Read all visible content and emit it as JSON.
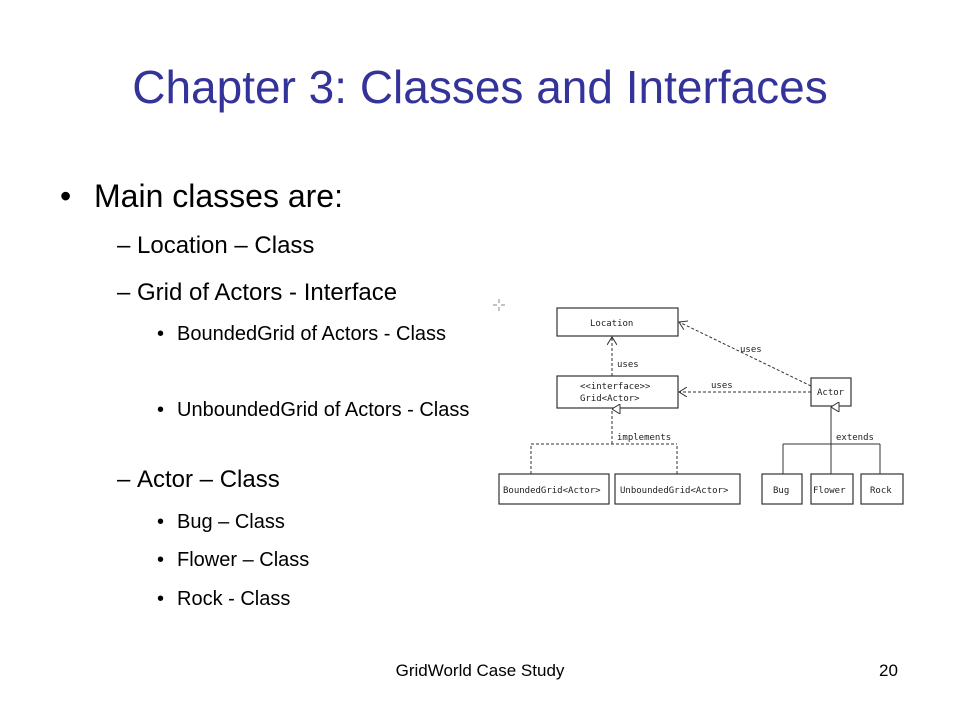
{
  "slide": {
    "title": "Chapter 3: Classes and Interfaces",
    "bullet_glyph": "•",
    "dash_glyph": "–",
    "level1": "Main classes are:",
    "items": {
      "location": "Location – Class",
      "grid": "Grid of Actors - Interface",
      "bounded": "BoundedGrid of Actors - Class",
      "unbounded": "UnboundedGrid of Actors - Class",
      "actor": "Actor – Class",
      "bug": "Bug – Class",
      "flower": "Flower – Class",
      "rock": "Rock - Class"
    },
    "footer": {
      "center": "GridWorld Case Study",
      "page": "20"
    }
  },
  "diagram": {
    "boxes": {
      "location": "Location",
      "grid_line1": "<<interface>>",
      "grid_line2": "Grid<Actor>",
      "actor": "Actor",
      "bounded": "BoundedGrid<Actor>",
      "unbounded": "UnboundedGrid<Actor>",
      "bug": "Bug",
      "flower": "Flower",
      "rock": "Rock"
    },
    "labels": {
      "uses_grid_location": "uses",
      "uses_actor_location": "uses",
      "uses_actor_grid": "uses",
      "implements": "implements",
      "extends": "extends"
    }
  }
}
